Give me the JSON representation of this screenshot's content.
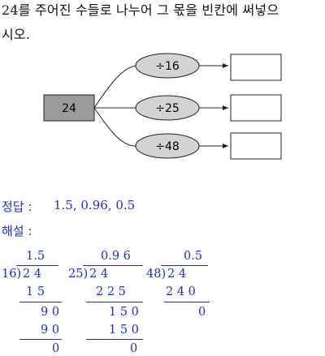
{
  "question": {
    "line1": "24를 주어진 수들로 나누어 그 몫을 빈칸에 써넣으",
    "line2": "시오."
  },
  "diagram": {
    "start": "24",
    "ops": [
      "÷16",
      "÷25",
      "÷48"
    ]
  },
  "answer": {
    "label": "정답 :",
    "value": "1.5,  0.96,  0.5"
  },
  "explanation": {
    "label": "해설 :",
    "divisions": [
      {
        "quotient": "1.5",
        "divisor": "16)",
        "dividend": "2 4",
        "r1": "1 5",
        "r2": "9 0",
        "r3": "9 0",
        "r4": "0"
      },
      {
        "quotient": "0.9 6",
        "divisor": "25)",
        "dividend": "2 4",
        "r1": "2 2 5",
        "r2": "1 5 0",
        "r3": "1 5 0",
        "r4": "0"
      },
      {
        "quotient": "0.5",
        "divisor": "48)",
        "dividend": "2 4",
        "r1": "2 4 0",
        "r2": "0"
      }
    ]
  }
}
